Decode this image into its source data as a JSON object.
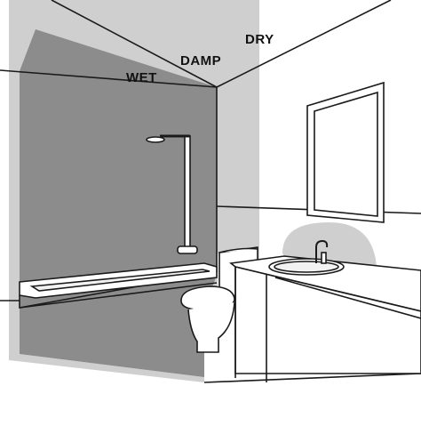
{
  "labels": {
    "wet": "WET",
    "damp": "DAMP",
    "dry": "DRY"
  },
  "colors": {
    "wet_zone": "#8c8c8c",
    "damp_zone": "#cfcfcf",
    "outline": "#1a1a1a",
    "background": "#ffffff"
  }
}
